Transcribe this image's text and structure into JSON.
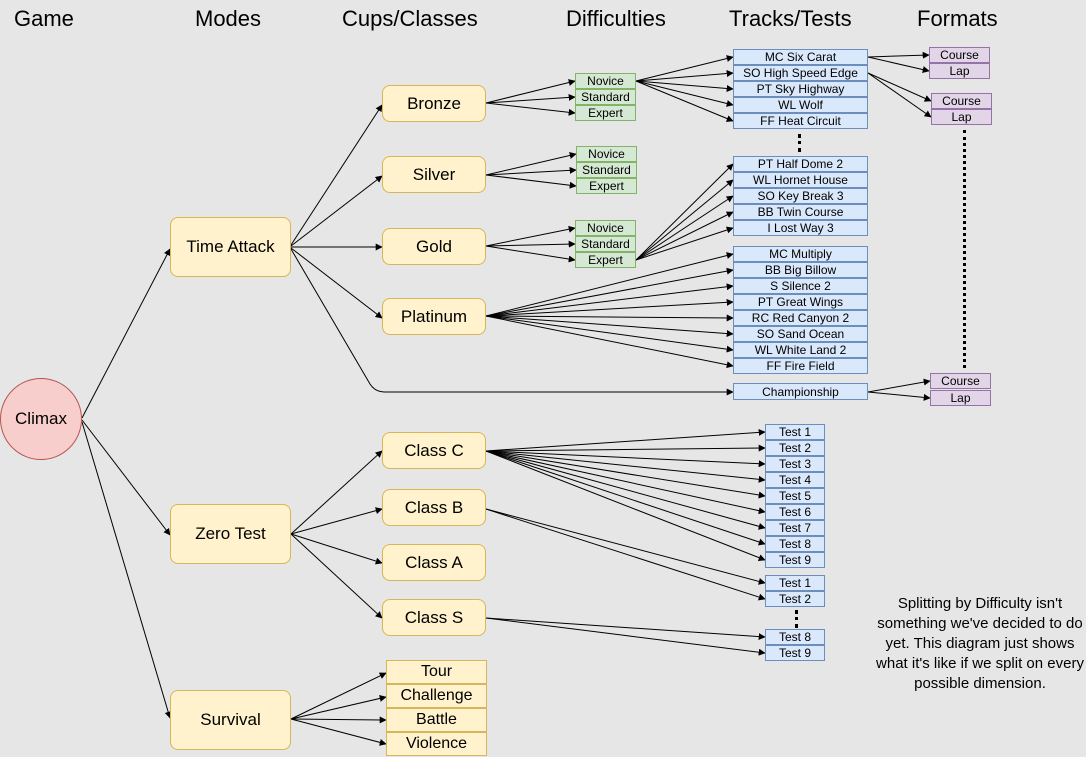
{
  "headers": {
    "game": "Game",
    "modes": "Modes",
    "cups": "Cups/Classes",
    "difficulties": "Difficulties",
    "tracks": "Tracks/Tests",
    "formats": "Formats"
  },
  "root": {
    "label": "Climax"
  },
  "modes": {
    "time_attack": "Time Attack",
    "zero_test": "Zero Test",
    "survival": "Survival"
  },
  "cups": {
    "bronze": "Bronze",
    "silver": "Silver",
    "gold": "Gold",
    "platinum": "Platinum"
  },
  "classes": {
    "c": "Class C",
    "b": "Class B",
    "a": "Class A",
    "s": "Class S"
  },
  "survival_items": [
    "Tour",
    "Challenge",
    "Battle",
    "Violence"
  ],
  "difficulties": [
    "Novice",
    "Standard",
    "Expert"
  ],
  "bronze_tracks": [
    "MC Six Carat",
    "SO High Speed Edge",
    "PT Sky Highway",
    "WL Wolf",
    "FF Heat Circuit"
  ],
  "gold_tracks": [
    "PT Half Dome 2",
    "WL Hornet House",
    "SO Key Break 3",
    "BB Twin Course",
    "I Lost Way 3"
  ],
  "platinum_tracks": [
    "MC Multiply",
    "BB Big Billow",
    "S Silence 2",
    "PT Great Wings",
    "RC Red Canyon 2",
    "SO Sand Ocean",
    "WL White Land 2",
    "FF Fire Field"
  ],
  "championship": "Championship",
  "class_c_tests": [
    "Test 1",
    "Test 2",
    "Test 3",
    "Test 4",
    "Test 5",
    "Test 6",
    "Test 7",
    "Test 8",
    "Test 9"
  ],
  "class_b_tests": [
    "Test 1",
    "Test 2"
  ],
  "class_s_tests": [
    "Test 8",
    "Test 9"
  ],
  "formats": [
    "Course",
    "Lap"
  ],
  "note": "Splitting by Difficulty isn't something we've decided to do yet. This diagram just shows what it's like if we split on every possible dimension."
}
